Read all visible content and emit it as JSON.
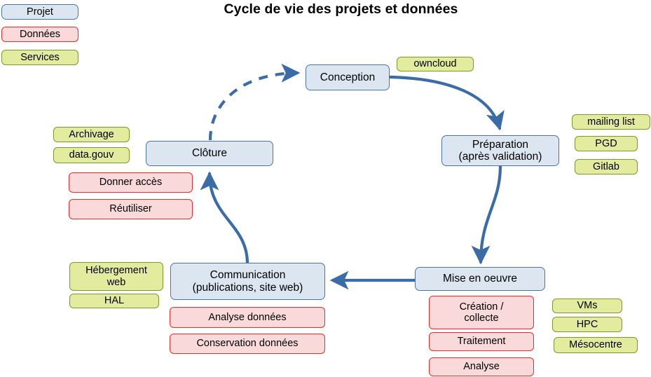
{
  "title": "Cycle de vie des projets et données",
  "colors": {
    "project_fill": "#dce6f1",
    "project_border": "#4472a8",
    "data_fill": "#fad9da",
    "data_border": "#ee2b2b",
    "service_fill": "#e3eb9e",
    "service_border": "#7a9a2a",
    "arrow": "#3c6ca8"
  },
  "legend": {
    "items": [
      {
        "label": "Projet",
        "kind": "project"
      },
      {
        "label": "Données",
        "kind": "data"
      },
      {
        "label": "Services",
        "kind": "service"
      }
    ]
  },
  "nodes": {
    "conception": "Conception",
    "preparation": "Préparation\n(après validation)",
    "mise_en_oeuvre": "Mise en oeuvre",
    "communication": "Communication\n(publications, site web)",
    "cloture": "Clôture"
  },
  "services": {
    "owncloud": "owncloud",
    "mailing_list": "mailing list",
    "pgd": "PGD",
    "gitlab": "Gitlab",
    "vms": "VMs",
    "hpc": "HPC",
    "mesocentre": "Mésocentre",
    "hebergement_web": "Hébergement\nweb",
    "hal": "HAL",
    "archivage": "Archivage",
    "data_gouv": "data.gouv"
  },
  "data_tasks": {
    "creation_collecte": "Création /\ncollecte",
    "traitement": "Traitement",
    "analyse": "Analyse",
    "analyse_donnees": "Analyse données",
    "conservation_donnees": "Conservation données",
    "donner_acces": "Donner accès",
    "reutiliser": "Réutiliser"
  },
  "edges": [
    {
      "name": "cloture-to-conception",
      "style": "dashed",
      "from": "cloture",
      "to": "conception"
    },
    {
      "name": "conception-to-preparation",
      "style": "solid",
      "from": "conception",
      "to": "preparation"
    },
    {
      "name": "preparation-to-mise-en-oeuvre",
      "style": "solid",
      "from": "preparation",
      "to": "mise_en_oeuvre"
    },
    {
      "name": "mise-en-oeuvre-to-communication",
      "style": "solid",
      "from": "mise_en_oeuvre",
      "to": "communication"
    },
    {
      "name": "communication-to-cloture",
      "style": "solid",
      "from": "communication",
      "to": "cloture"
    }
  ]
}
